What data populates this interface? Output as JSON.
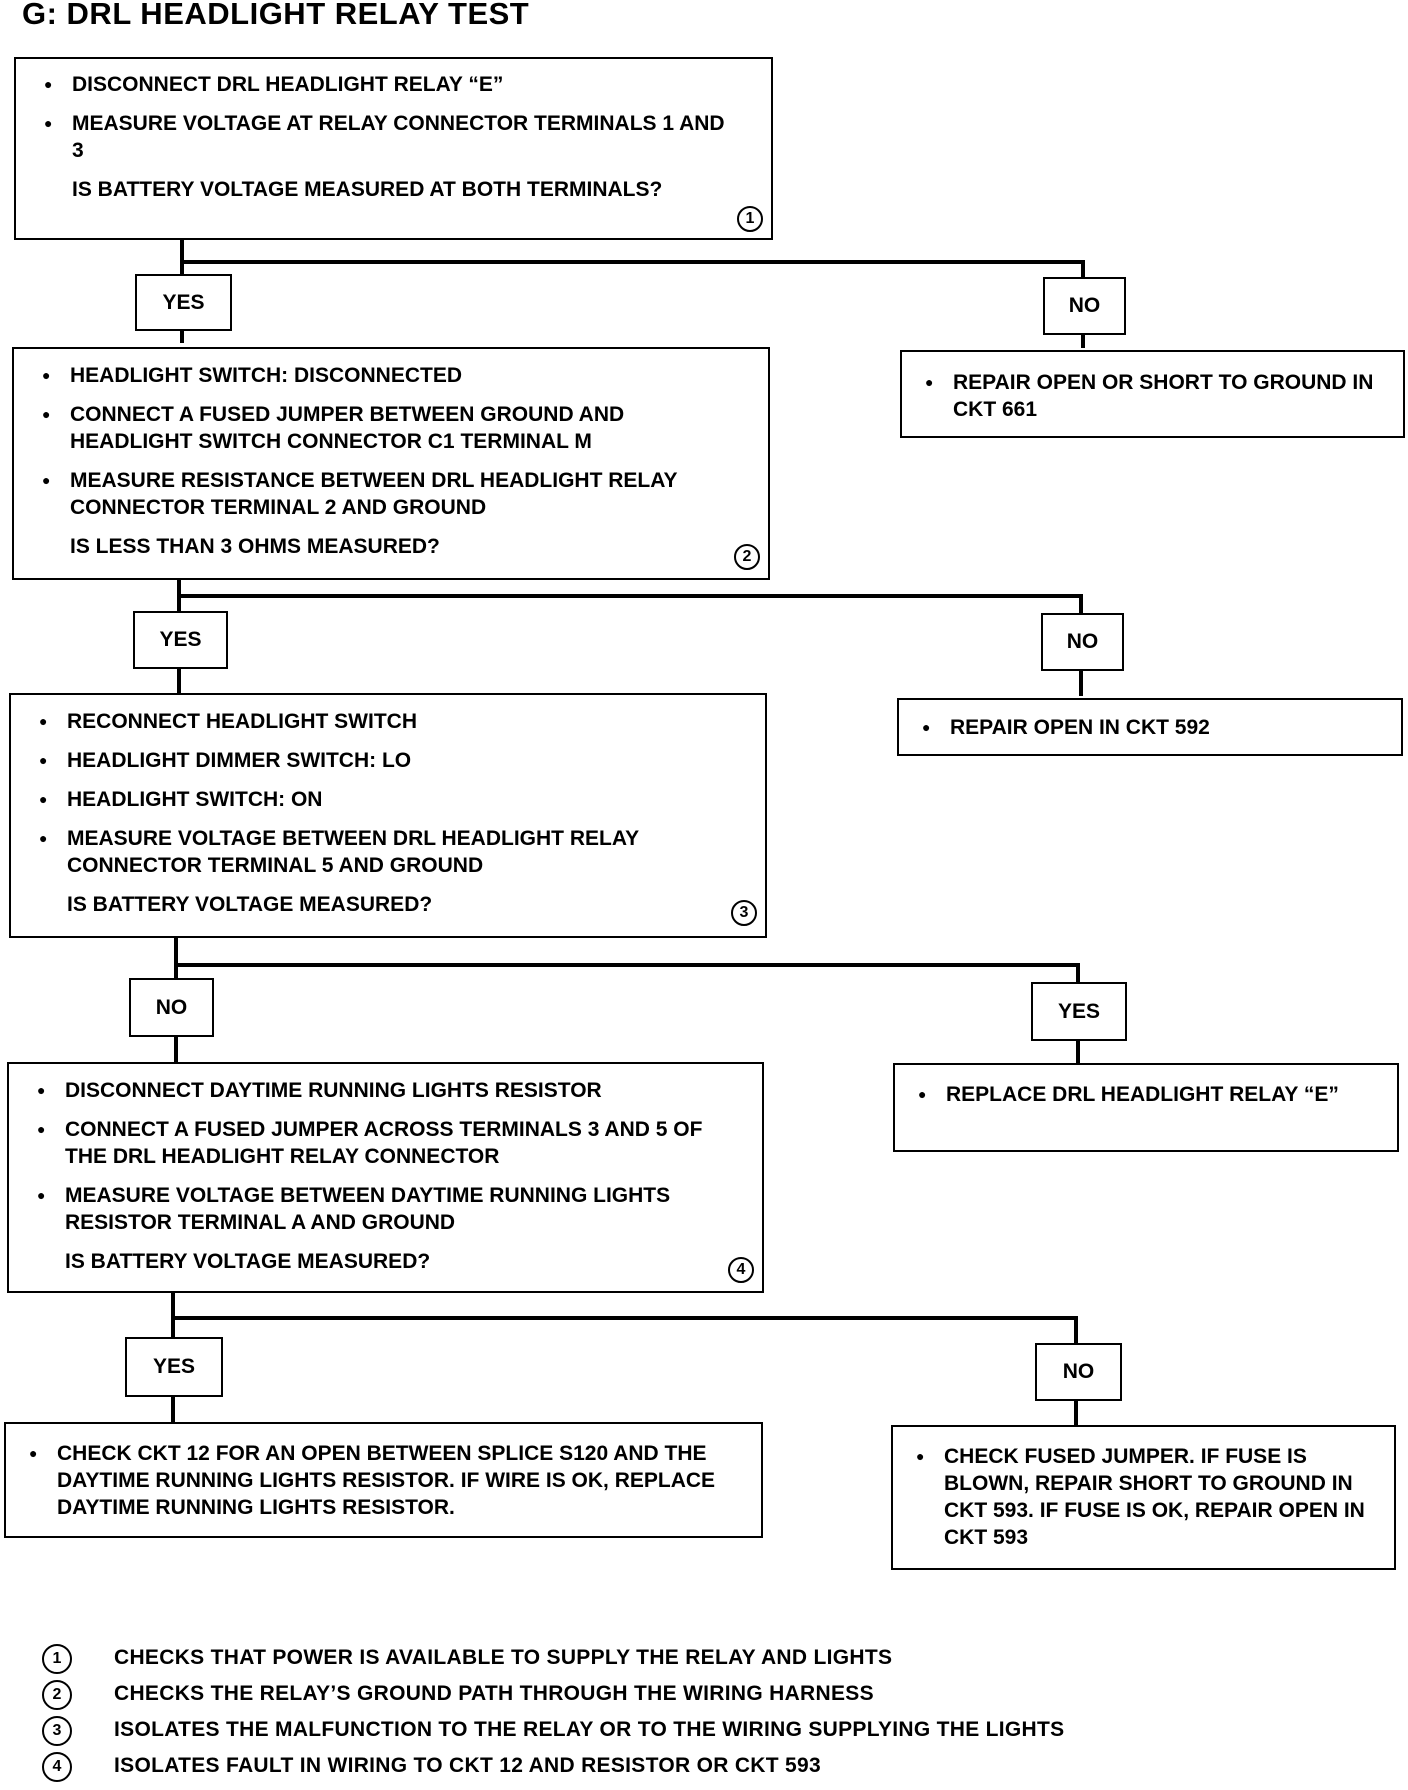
{
  "title": "G: DRL HEADLIGHT RELAY TEST",
  "steps": [
    {
      "items": [
        "DISCONNECT DRL HEADLIGHT RELAY “E”",
        "MEASURE VOLTAGE AT RELAY CONNECTOR TERMINALS 1 AND 3"
      ],
      "question": "IS BATTERY VOLTAGE MEASURED AT BOTH TERMINALS?",
      "number": "1",
      "branch_left": "YES",
      "branch_right": "NO",
      "right_result": "REPAIR OPEN OR SHORT TO GROUND IN CKT 661"
    },
    {
      "items": [
        "HEADLIGHT SWITCH: DISCONNECTED",
        "CONNECT A FUSED JUMPER BETWEEN GROUND AND HEADLIGHT SWITCH CONNECTOR C1 TERMINAL M",
        "MEASURE RESISTANCE BETWEEN DRL HEADLIGHT RELAY CONNECTOR TERMINAL 2 AND GROUND"
      ],
      "question": "IS LESS THAN 3 OHMS MEASURED?",
      "number": "2",
      "branch_left": "YES",
      "branch_right": "NO",
      "right_result": "REPAIR OPEN IN CKT 592"
    },
    {
      "items": [
        "RECONNECT HEADLIGHT SWITCH",
        "HEADLIGHT DIMMER SWITCH: LO",
        "HEADLIGHT SWITCH: ON",
        "MEASURE VOLTAGE BETWEEN DRL HEADLIGHT RELAY CONNECTOR TERMINAL 5 AND GROUND"
      ],
      "question": "IS BATTERY VOLTAGE MEASURED?",
      "number": "3",
      "branch_left": "NO",
      "branch_right": "YES",
      "right_result": "REPLACE DRL HEADLIGHT RELAY “E”"
    },
    {
      "items": [
        "DISCONNECT DAYTIME RUNNING LIGHTS RESISTOR",
        "CONNECT A FUSED JUMPER ACROSS TERMINALS 3 AND 5 OF THE DRL HEADLIGHT RELAY CONNECTOR",
        "MEASURE VOLTAGE BETWEEN DAYTIME RUNNING LIGHTS RESISTOR TERMINAL A AND GROUND"
      ],
      "question": "IS BATTERY VOLTAGE MEASURED?",
      "number": "4",
      "branch_left": "YES",
      "branch_right": "NO",
      "right_result": "CHECK FUSED JUMPER. IF FUSE IS BLOWN, REPAIR SHORT TO GROUND IN CKT 593. IF FUSE IS OK, REPAIR OPEN IN CKT 593"
    }
  ],
  "final_left": "CHECK CKT 12 FOR AN OPEN BETWEEN SPLICE S120 AND THE DAYTIME RUNNING LIGHTS RESISTOR. IF WIRE IS OK, REPLACE DAYTIME RUNNING LIGHTS RESISTOR.",
  "notes": [
    {
      "number": "1",
      "text": "CHECKS THAT POWER IS AVAILABLE TO SUPPLY THE RELAY AND LIGHTS"
    },
    {
      "number": "2",
      "text": "CHECKS THE RELAY’S GROUND PATH THROUGH THE WIRING HARNESS"
    },
    {
      "number": "3",
      "text": "ISOLATES THE MALFUNCTION TO THE RELAY OR TO THE WIRING SUPPLYING THE LIGHTS"
    },
    {
      "number": "4",
      "text": "ISOLATES FAULT IN WIRING TO CKT 12 AND RESISTOR OR CKT 593"
    }
  ]
}
